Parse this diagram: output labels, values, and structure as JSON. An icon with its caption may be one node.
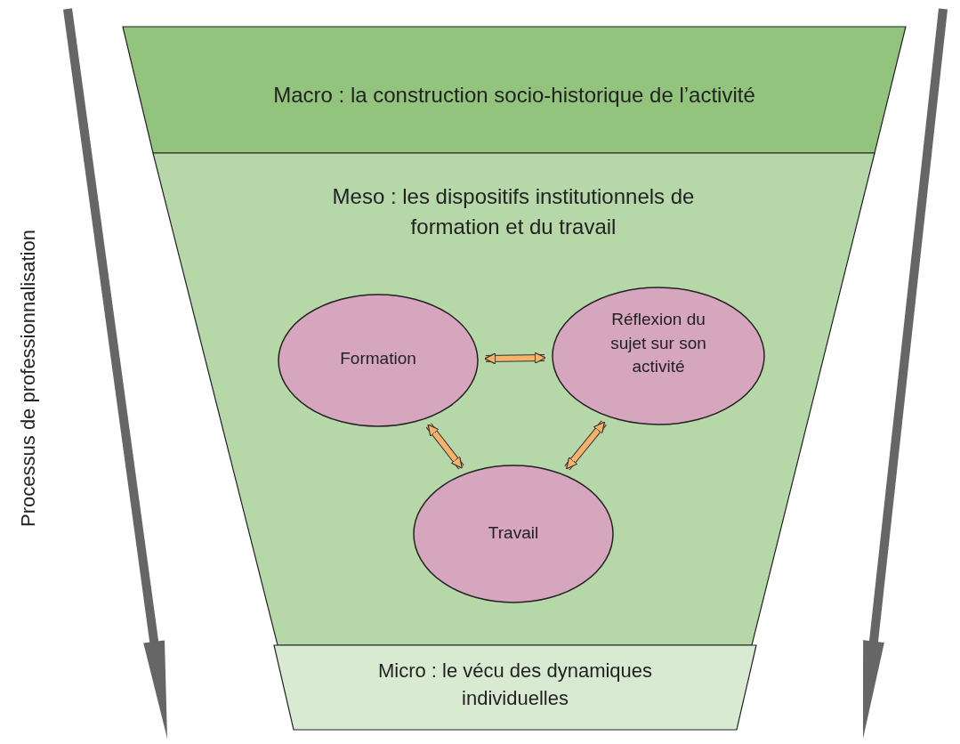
{
  "diagram": {
    "nodes": [
      {
        "text": [
          "Macro : la construction socio-historique de l’activité"
        ]
      },
      {
        "text": [
          "Meso : les dispositifs institutionnels de formation et du travail"
        ]
      },
      {
        "text": [
          "Formation"
        ],
        "in": 1
      },
      {
        "text": [
          "Réflexion du sujet sur son activité"
        ],
        "in": 1
      },
      {
        "text": [
          "Travail"
        ],
        "in": 1
      },
      {
        "text": [
          "Micro : le vécu des dynamiques individuelles"
        ]
      }
    ],
    "edges": [
      {
        "from": 2,
        "to": 3,
        "arrow": "both"
      },
      {
        "from": 2,
        "to": 4,
        "arrow": "both"
      },
      {
        "from": 3,
        "to": 4,
        "arrow": "both"
      }
    ],
    "labels": [
      "Processus de professionnalisation"
    ]
  }
}
